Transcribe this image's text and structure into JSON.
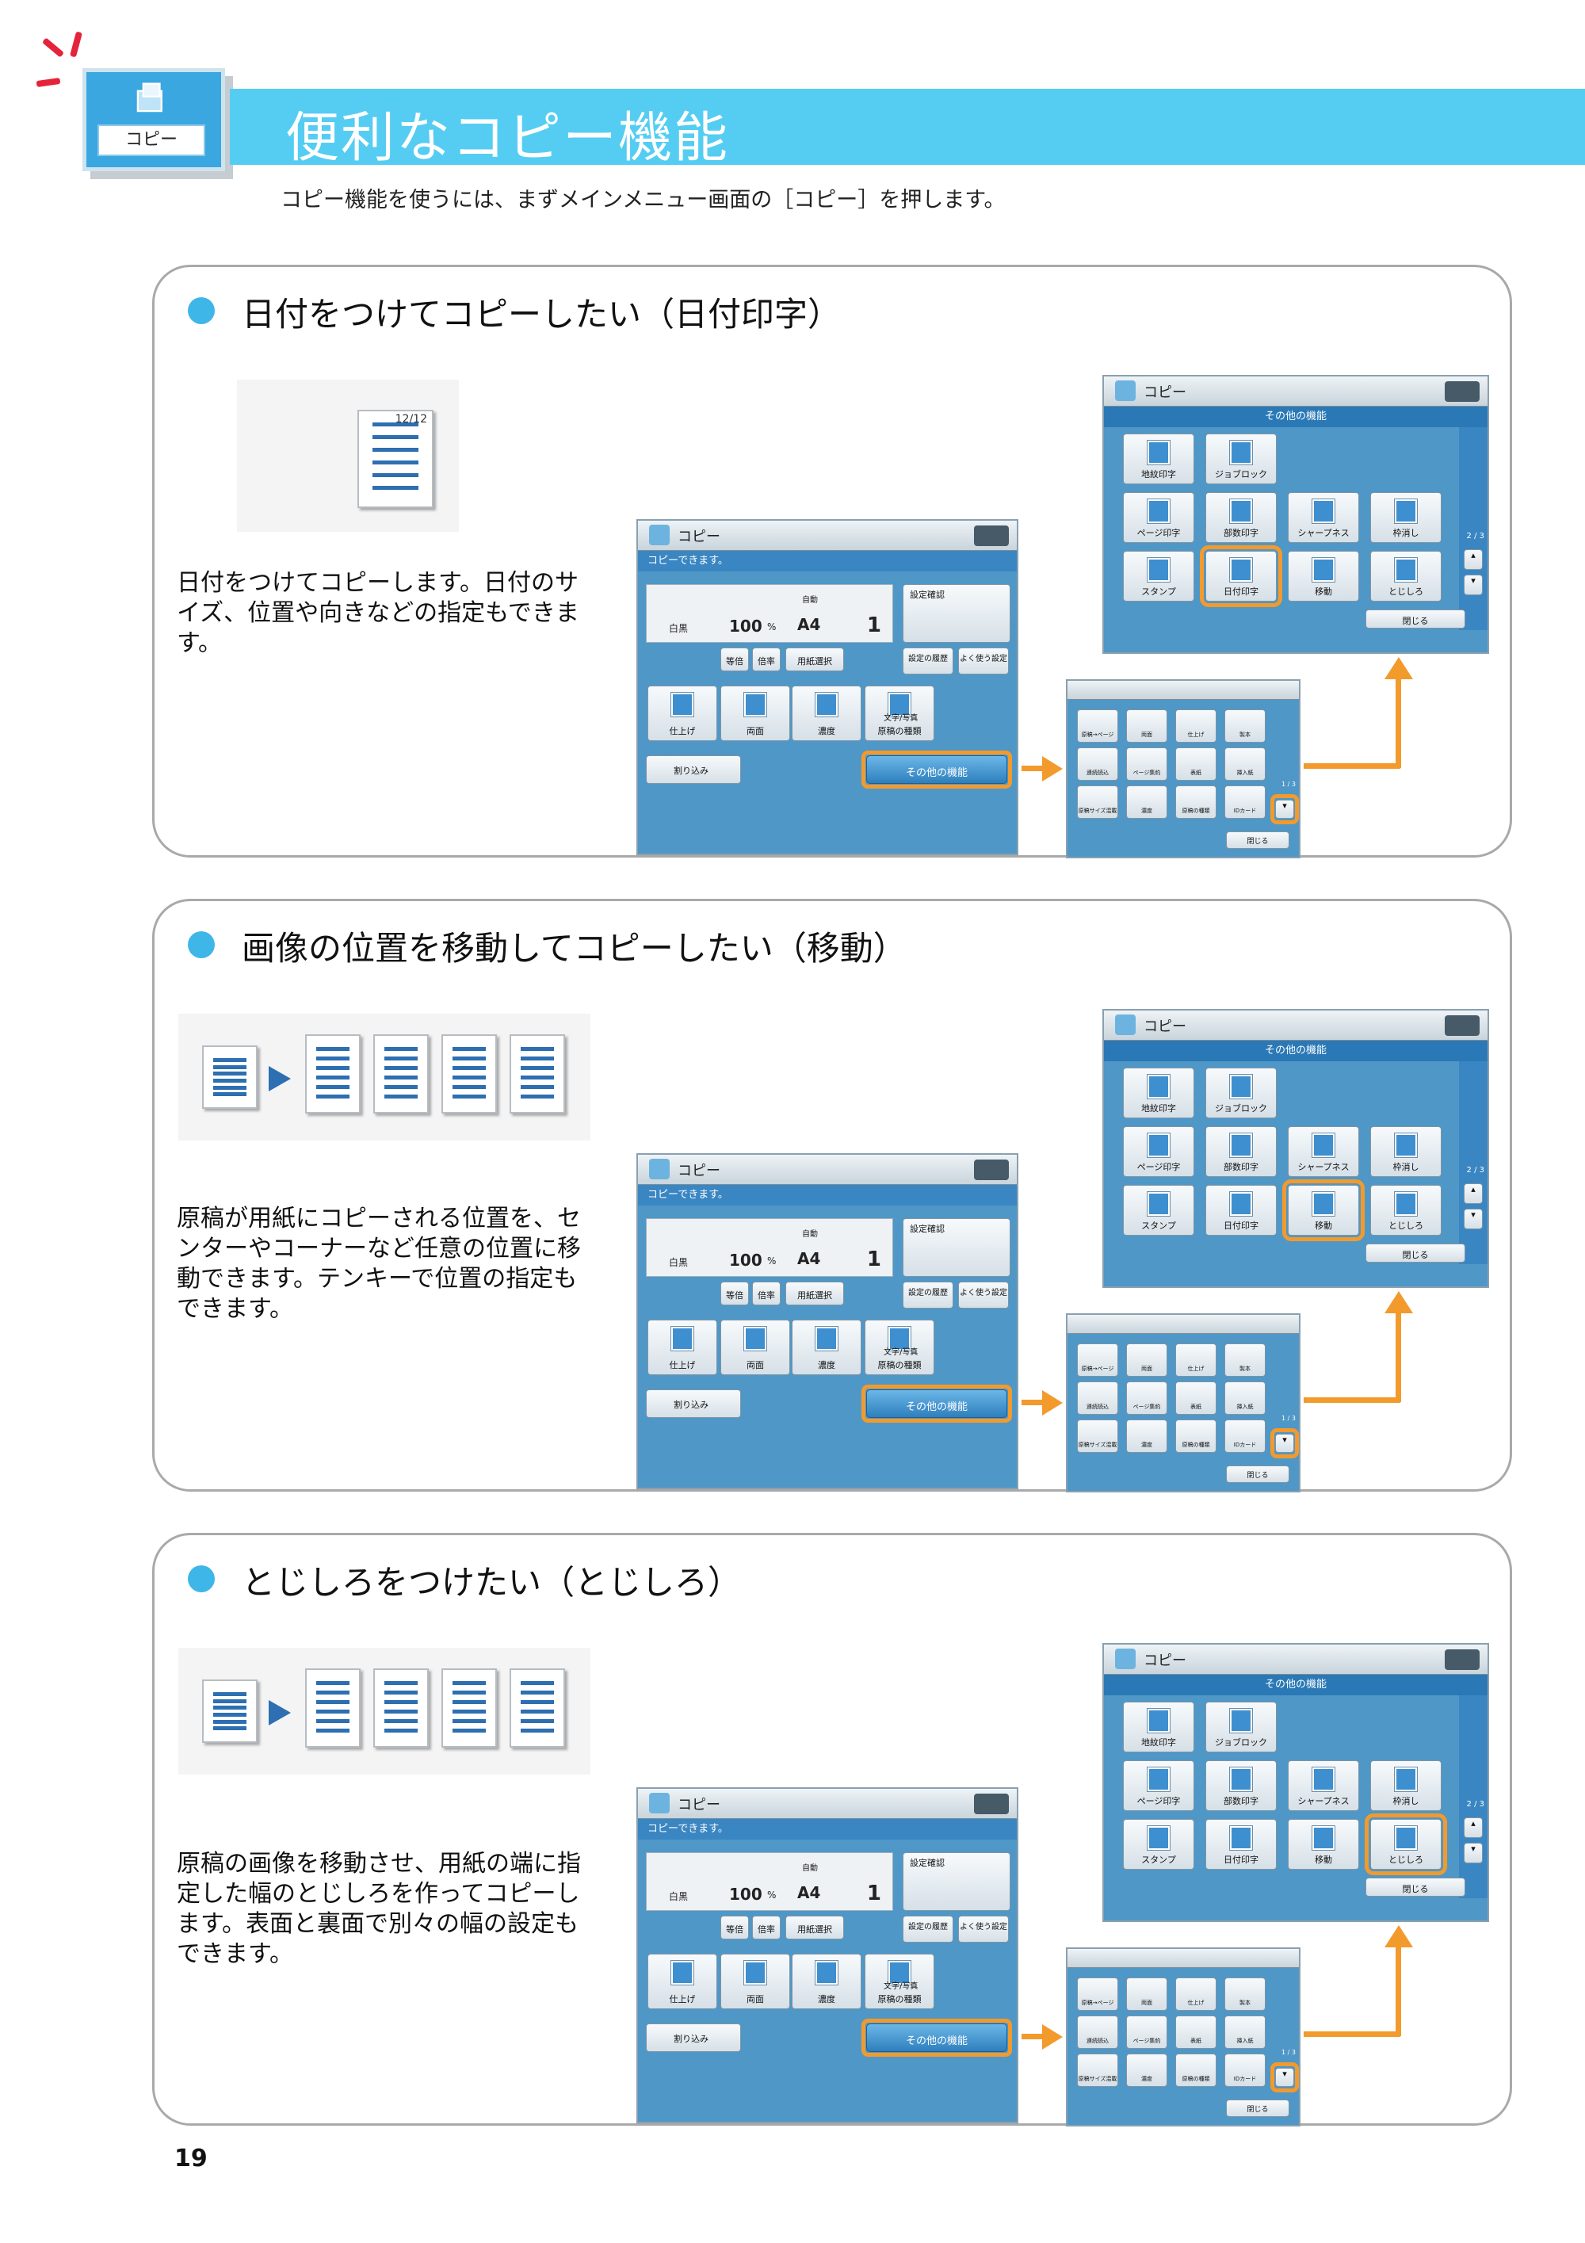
{
  "header": {
    "icon_label": "コピー",
    "title": "便利なコピー機能",
    "subtitle": "コピー機能を使うには、まずメインメニュー画面の［コピー］を押します。"
  },
  "sections": [
    {
      "title": "日付をつけてコピーしたい（日付印字）",
      "description": "日付をつけてコピーします。日付のサイズ、位置や向きなどの指定もできます。",
      "thumb_text": "12/12",
      "highlight": "日付印字"
    },
    {
      "title": "画像の位置を移動してコピーしたい（移動）",
      "description": "原稿が用紙にコピーされる位置を、センターやコーナーなど任意の位置に移動できます。テンキーで位置の指定もできます。",
      "highlight": "移動"
    },
    {
      "title": "とじしろをつけたい（とじしろ）",
      "description": "原稿の画像を移動させ、用紙の端に指定した幅のとじしろを作ってコピーします。表面と裏面で別々の幅の設定もできます。",
      "highlight": "とじしろ"
    }
  ],
  "copy_screen": {
    "title": "コピー",
    "status": "コピーできます。",
    "color_mode": "白黒",
    "ratio": "100",
    "ratio_unit": "%",
    "paper": "A4",
    "auto": "自動",
    "count": "1",
    "confirm": "設定確認",
    "history": "設定の履歴",
    "favorites": "よく使う設定",
    "equal_ratio": "等倍",
    "ratio_btn": "倍率",
    "paper_select": "用紙選択",
    "finishing": "仕上げ",
    "duplex": "両面",
    "density": "濃度",
    "text_photo": "文字/写真",
    "original_type": "原稿の種類",
    "interrupt": "割り込み",
    "other_functions": "その他の機能"
  },
  "other_screen": {
    "title": "コピー",
    "band": "その他の機能",
    "page": "2 / 3",
    "close": "閉じる",
    "buttons": [
      "地紋印字",
      "ジョブロック",
      "ページ印字",
      "部数印字",
      "シャープネス",
      "枠消し",
      "スタンプ",
      "日付印字",
      "移動",
      "とじしろ"
    ]
  },
  "other_screen_p1": {
    "page": "1 / 3",
    "close": "閉じる",
    "buttons": [
      "原稿→ページ",
      "両面",
      "仕上げ",
      "製本",
      "連続読込",
      "ページ集約",
      "表紙",
      "挿入紙",
      "原稿サイズ混載",
      "濃度",
      "原稿の種類",
      "IDカード"
    ]
  },
  "page_number": "19"
}
